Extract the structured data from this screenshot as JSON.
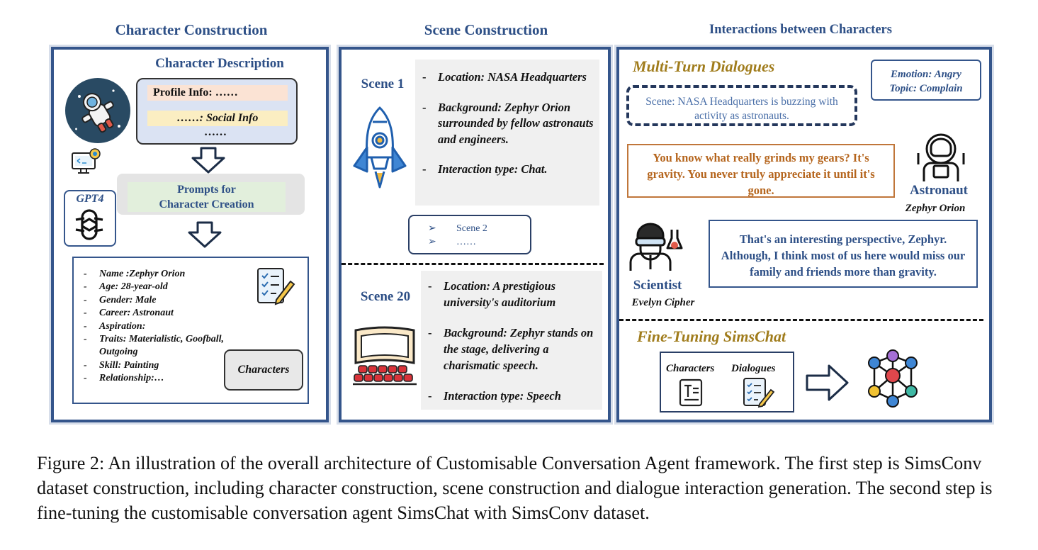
{
  "headers": {
    "character": "Character Construction",
    "scene": "Scene Construction",
    "interaction": "Interactions between Characters"
  },
  "character": {
    "desc_title": "Character Description",
    "profile_info": "Profile Info: ……",
    "social_info": "……: Social Info",
    "ellipsis": "……",
    "model": "GPT4",
    "prompt_line1": "Prompts for",
    "prompt_line2": "Character Creation",
    "attributes": [
      "Name :Zephyr Orion",
      "Age: 28-year-old",
      "Gender: Male",
      "Career: Astronaut",
      "Aspiration:",
      "Traits: Materialistic, Goofball, Outgoing",
      "Skill: Painting",
      "Relationship:…"
    ],
    "characters_label": "Characters"
  },
  "scene": {
    "scene1_label": "Scene 1",
    "scene1_items": [
      "Location: NASA Headquarters",
      "Background: Zephyr Orion surrounded by fellow astronauts and engineers.",
      "Interaction type: Chat."
    ],
    "more_items": [
      "Scene 2",
      "……"
    ],
    "scene20_label": "Scene 20",
    "scene20_items": [
      "Location: A prestigious university's auditorium",
      "Background: Zephyr stands on the stage, delivering a charismatic speech.",
      "Interaction type: Speech"
    ]
  },
  "interaction": {
    "multi_turn_title": "Multi-Turn Dialogues",
    "emotion": "Emotion: Angry",
    "topic": "Topic: Complain",
    "scene_note": "Scene: NASA Headquarters is buzzing with activity as astronauts.",
    "astronaut_quote": "You know what really grinds my gears? It's gravity. You never truly appreciate it until it's gone.",
    "astronaut_role": "Astronaut",
    "astronaut_name": "Zephyr Orion",
    "scientist_quote": "That's an interesting perspective, Zephyr. Although, I think most of us here would miss our family and friends more than gravity.",
    "scientist_role": "Scientist",
    "scientist_name": "Evelyn Cipher",
    "finetune_title": "Fine-Tuning SimsChat",
    "ft_characters": "Characters",
    "ft_dialogues": "Dialogues"
  },
  "caption": "Figure 2: An illustration of the overall architecture of Customisable Conversation Agent framework. The first step is SimsConv dataset construction, including character construction, scene construction and dialogue interaction generation. The second step is fine-tuning the customisable conversation agent SimsChat with SimsConv dataset.",
  "colors": {
    "navy": "#2d4f86",
    "gold": "#a07c1c",
    "orange_border": "#c0763a",
    "profile_bg": "#fbe3d4",
    "social_bg": "#fbeec2",
    "desc_bg": "#dbe3f3",
    "prompt_bg": "#e2efdc"
  }
}
